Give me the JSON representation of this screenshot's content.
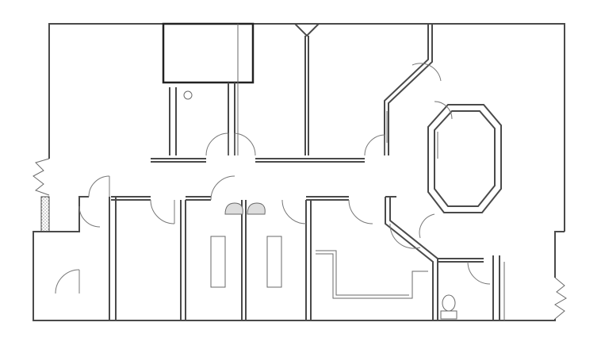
{
  "title": "",
  "plan": {
    "rooms": [
      {
        "id": "room-top-left"
      },
      {
        "id": "room-top-middle"
      },
      {
        "id": "room-top-center"
      },
      {
        "id": "room-octagon"
      },
      {
        "id": "room-bottom-left-closet"
      },
      {
        "id": "room-bottom-left"
      },
      {
        "id": "room-bottom-center-left"
      },
      {
        "id": "room-bottom-center-right"
      },
      {
        "id": "room-bottom-right"
      },
      {
        "id": "restroom"
      }
    ],
    "fixtures": [
      "toilet",
      "chair",
      "chair",
      "table",
      "table"
    ]
  },
  "colors": {
    "wall": "#4a4a4a",
    "background": "#ffffff"
  }
}
